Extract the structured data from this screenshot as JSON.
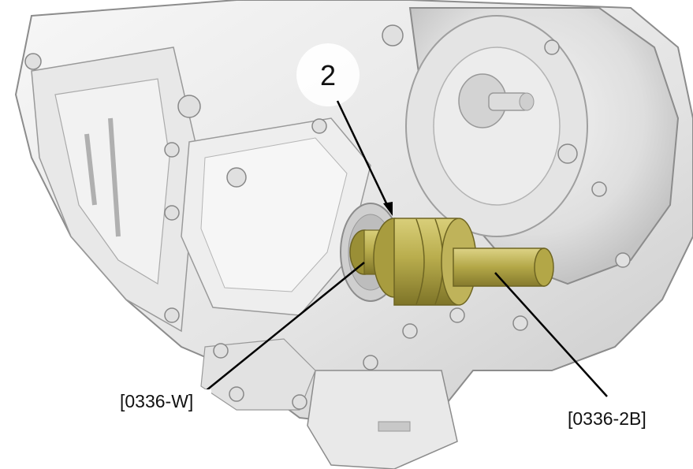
{
  "callouts": {
    "item_2": "2",
    "tool_w": "[0336-W]",
    "tool_2b": "[0336-2B]"
  },
  "colors": {
    "housing_light": "#f2f2f2",
    "housing_mid": "#d9d9d9",
    "housing_shadow": "#b7b7b7",
    "outline": "#8c8c8c",
    "tool_body": "#b5a84a",
    "tool_highlight": "#d9cf7a",
    "tool_shadow": "#7e7428",
    "leader": "#000000"
  }
}
